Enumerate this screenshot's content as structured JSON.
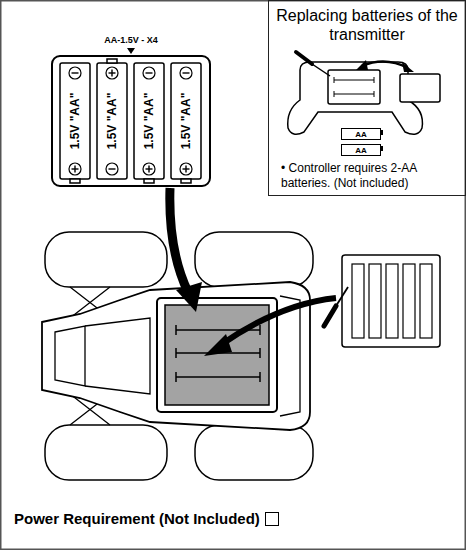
{
  "diagram": {
    "nodes": [
      {
        "text": [
          "Replacing batteries of the transmitter",
          "• Controller requires 2-AA batteries. (Not included)"
        ]
      },
      {
        "text": [
          "AA"
        ],
        "in": 0
      },
      {
        "text": [
          "AA"
        ],
        "in": 0
      },
      {
        "text": [
          "1.5V \"AA\""
        ]
      },
      {
        "text": [
          "1.5V \"AA\""
        ]
      },
      {
        "text": [
          "1.5V \"AA\""
        ]
      },
      {
        "text": [
          "1.5V \"AA\""
        ]
      }
    ],
    "labels": [
      "AA-1.5V - X4",
      "Power Requirement (Not Included)"
    ]
  }
}
